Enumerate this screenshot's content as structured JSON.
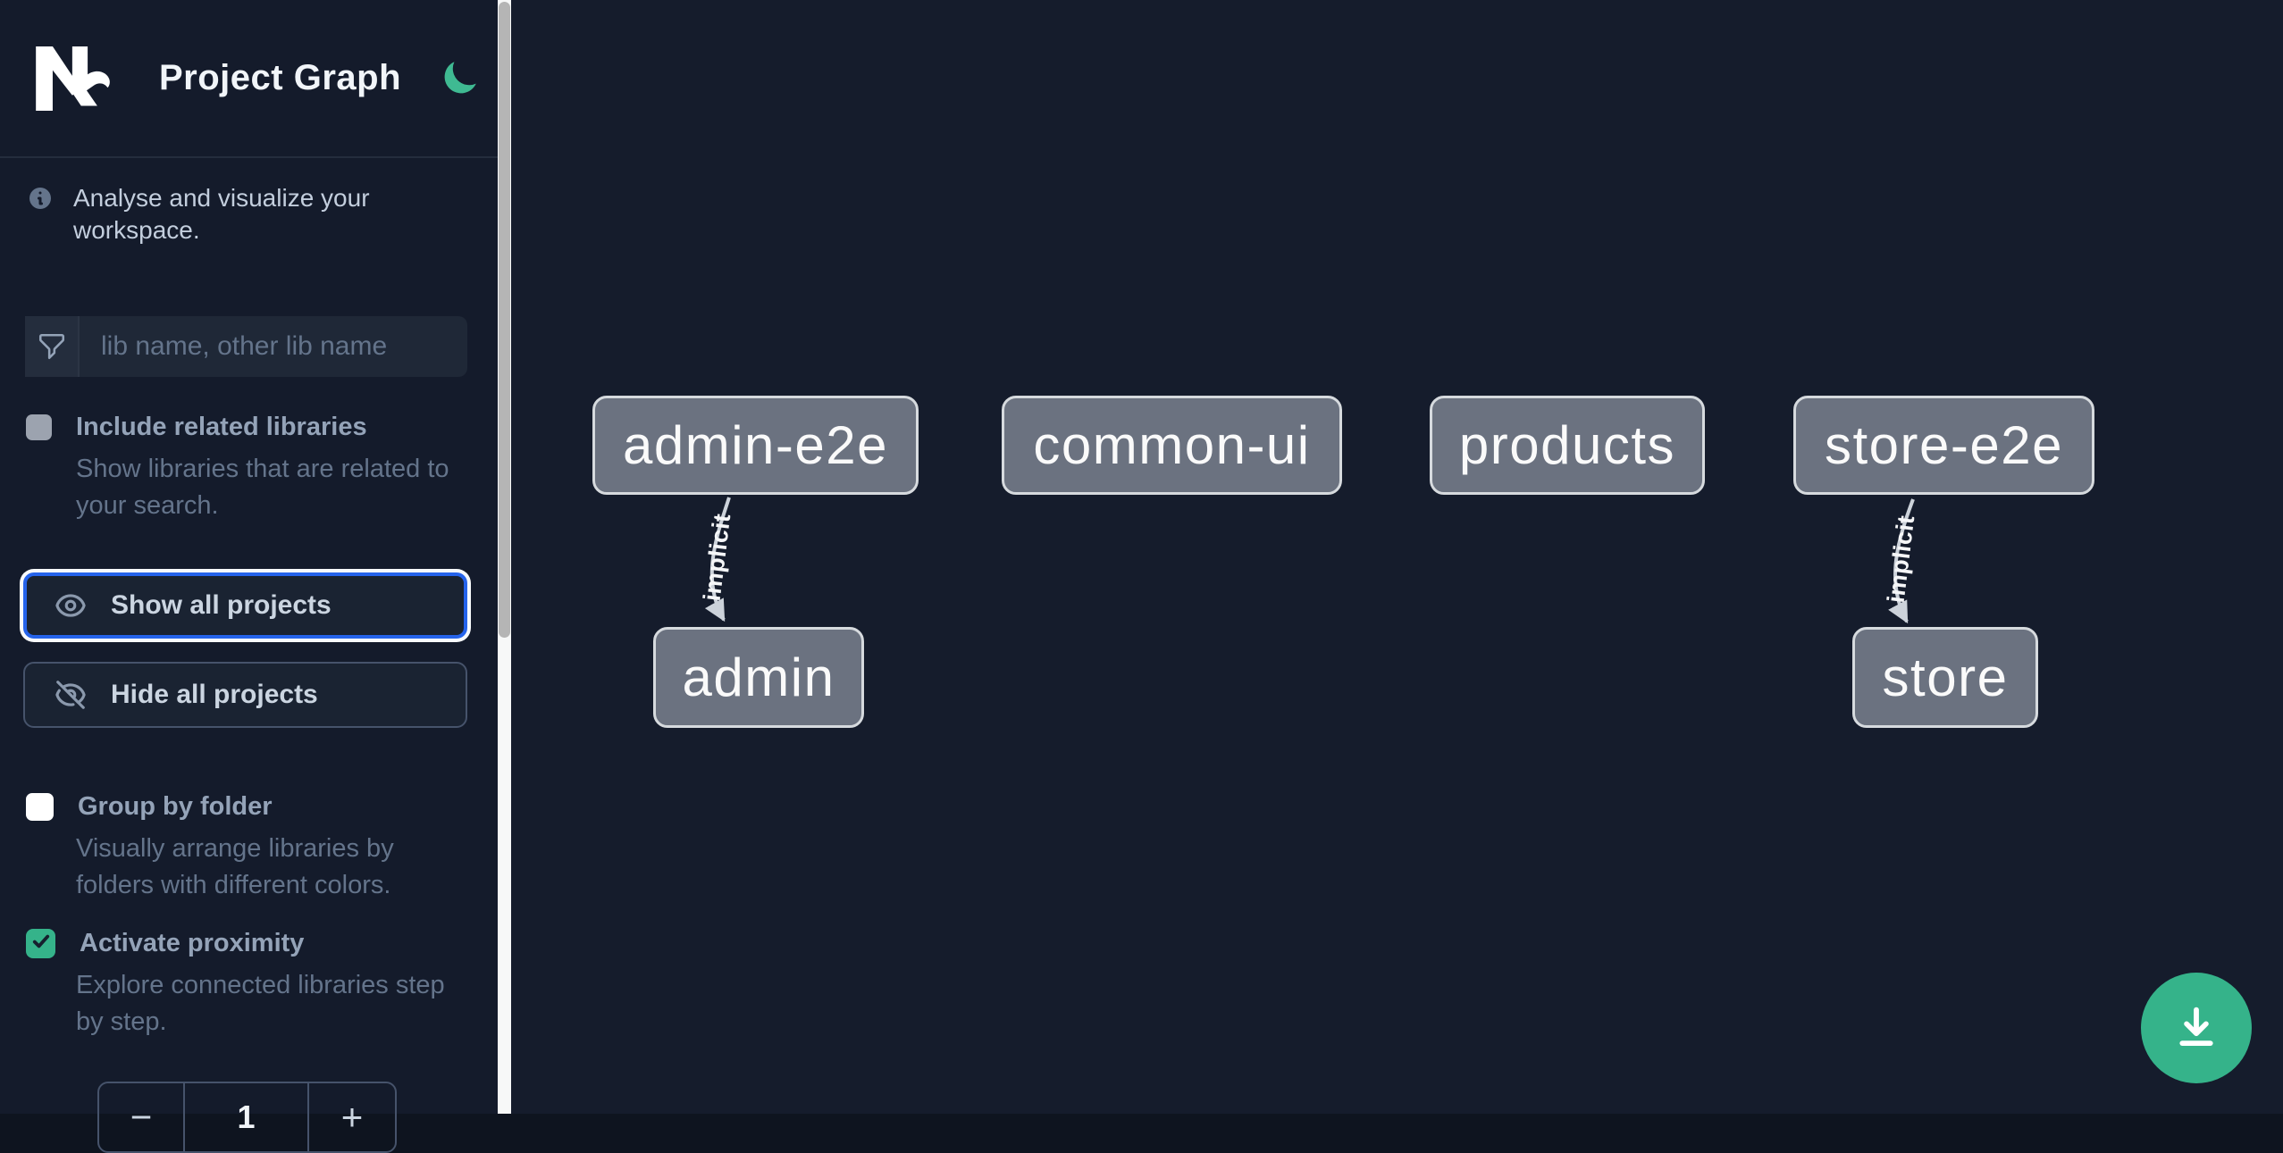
{
  "sidebar": {
    "logo": "nx-logo",
    "title": "Project Graph",
    "theme_toggle_icon": "moon-icon",
    "intro": "Analyse and visualize your workspace.",
    "filter": {
      "icon": "funnel-icon",
      "placeholder": "lib name, other lib name",
      "value": ""
    },
    "options": [
      {
        "label": "Include related libraries",
        "description": "Show libraries that are related to\nyour search.",
        "checked": false
      },
      {
        "label": "Group by folder",
        "description": "Visually arrange libraries by\nfolders with different colors.",
        "checked": false
      },
      {
        "label": "Activate proximity",
        "description": "Explore connected libraries step\nby step.",
        "checked": true
      }
    ],
    "actions": {
      "show_all": "Show all projects",
      "hide_all": "Hide all projects"
    },
    "stepper": {
      "decrement": "−",
      "value": "1",
      "increment": "+"
    }
  },
  "graph": {
    "nodes": [
      {
        "id": "admin-e2e",
        "label": "admin-e2e"
      },
      {
        "id": "common-ui",
        "label": "common-ui"
      },
      {
        "id": "products",
        "label": "products"
      },
      {
        "id": "store-e2e",
        "label": "store-e2e"
      },
      {
        "id": "admin",
        "label": "admin"
      },
      {
        "id": "store",
        "label": "store"
      }
    ],
    "edges": [
      {
        "from": "admin-e2e",
        "to": "admin",
        "label": "implicit",
        "type": "implicit"
      },
      {
        "from": "store-e2e",
        "to": "store",
        "label": "implicit",
        "type": "implicit"
      }
    ]
  },
  "fab": {
    "icon": "download-icon"
  },
  "colors": {
    "sidebar_bg": "#141b2b",
    "canvas_bg": "#151c2c",
    "accent_green": "#35b38a",
    "focus_blue": "#2563eb",
    "node_fill": "#6b7280",
    "node_border": "#d6dade",
    "edge": "#ccd2da"
  }
}
